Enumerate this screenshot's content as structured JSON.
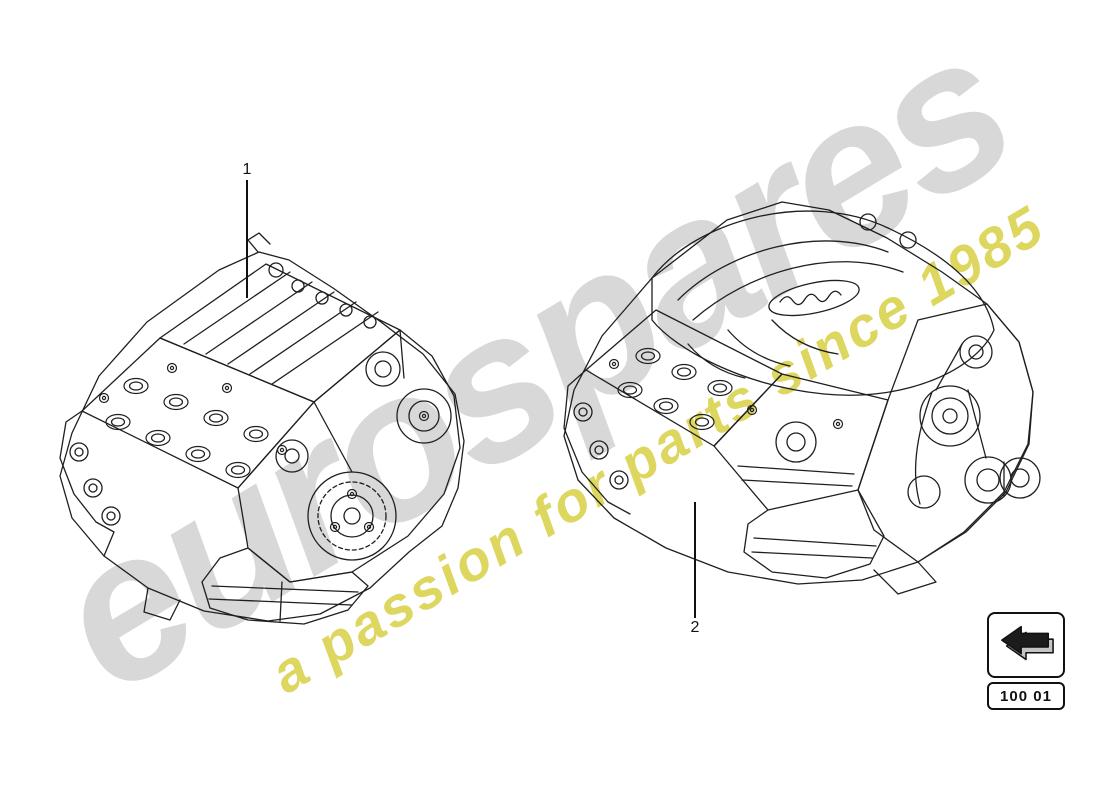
{
  "watermark": {
    "brand": "eurospares",
    "tagline": "a passion for parts since 1985",
    "brand_color": "#d8d8d8",
    "tagline_color": "#d6cd3c"
  },
  "diagram": {
    "callouts": [
      {
        "label": "1"
      },
      {
        "label": "2"
      }
    ],
    "part_code": "100 01"
  },
  "icons": {
    "back_arrow": "back-arrow-icon"
  }
}
